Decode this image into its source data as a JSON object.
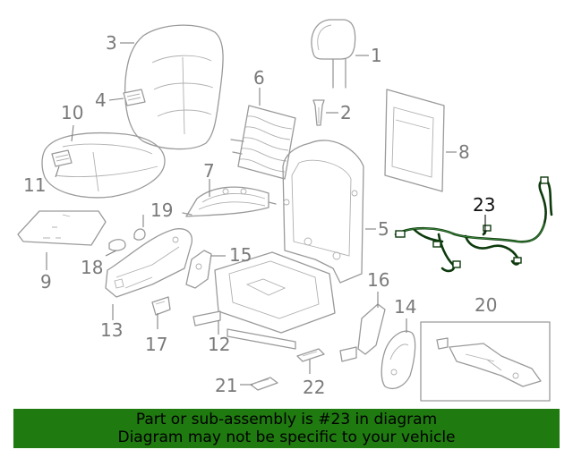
{
  "callouts": [
    {
      "id": "1",
      "label": "1",
      "highlight": false
    },
    {
      "id": "2",
      "label": "2",
      "highlight": false
    },
    {
      "id": "3",
      "label": "3",
      "highlight": false
    },
    {
      "id": "4",
      "label": "4",
      "highlight": false
    },
    {
      "id": "5",
      "label": "5",
      "highlight": false
    },
    {
      "id": "6",
      "label": "6",
      "highlight": false
    },
    {
      "id": "7",
      "label": "7",
      "highlight": false
    },
    {
      "id": "8",
      "label": "8",
      "highlight": false
    },
    {
      "id": "9",
      "label": "9",
      "highlight": false
    },
    {
      "id": "10",
      "label": "10",
      "highlight": false
    },
    {
      "id": "11",
      "label": "11",
      "highlight": false
    },
    {
      "id": "12",
      "label": "12",
      "highlight": false
    },
    {
      "id": "13",
      "label": "13",
      "highlight": false
    },
    {
      "id": "14",
      "label": "14",
      "highlight": false
    },
    {
      "id": "15",
      "label": "15",
      "highlight": false
    },
    {
      "id": "16",
      "label": "16",
      "highlight": false
    },
    {
      "id": "17",
      "label": "17",
      "highlight": false
    },
    {
      "id": "18",
      "label": "18",
      "highlight": false
    },
    {
      "id": "19",
      "label": "19",
      "highlight": false
    },
    {
      "id": "20",
      "label": "20",
      "highlight": false
    },
    {
      "id": "21",
      "label": "21",
      "highlight": false
    },
    {
      "id": "22",
      "label": "22",
      "highlight": false
    },
    {
      "id": "23",
      "label": "23",
      "highlight": true
    }
  ],
  "banner": {
    "line1": "Part or sub-assembly is #23 in diagram",
    "line2": "Diagram may not be specific to your vehicle"
  },
  "colors": {
    "banner_bg": "#1f7a10",
    "highlight_part": "#0d3a0d",
    "line_art": "#9a9a9a"
  }
}
